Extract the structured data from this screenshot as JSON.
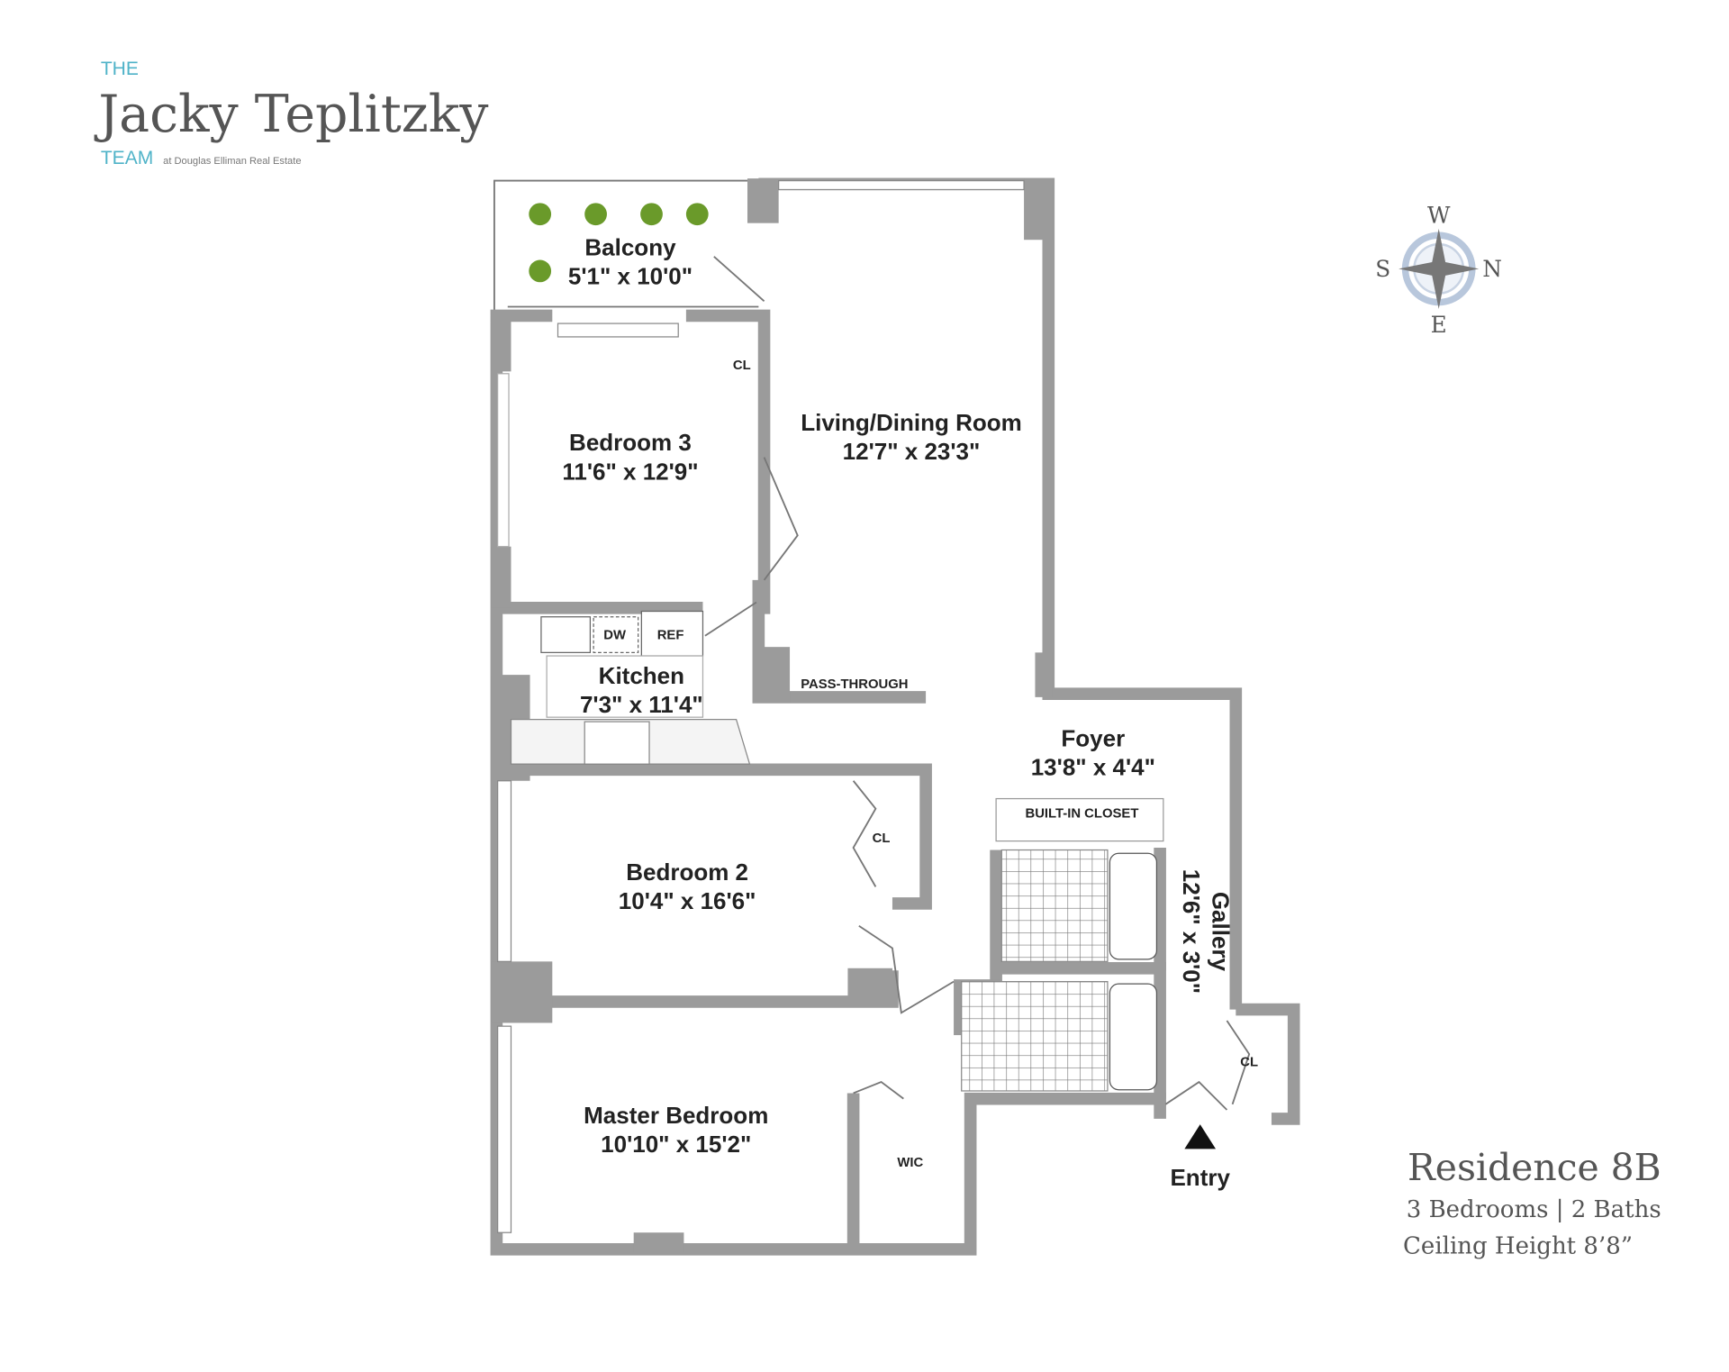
{
  "logo": {
    "the": "THE",
    "name": "Jacky Teplitzky",
    "team": "TEAM",
    "affiliation": "at Douglas Elliman Real Estate"
  },
  "compass": {
    "w": "W",
    "s": "S",
    "n": "N",
    "e": "E"
  },
  "rooms": {
    "balcony": {
      "name": "Balcony",
      "dims": "5'1\" x 10'0\""
    },
    "living": {
      "name": "Living/Dining Room",
      "dims": "12'7\" x 23'3\""
    },
    "bedroom3": {
      "name": "Bedroom 3",
      "dims": "11'6\" x 12'9\""
    },
    "kitchen": {
      "name": "Kitchen",
      "dims": "7'3\" x 11'4\""
    },
    "foyer": {
      "name": "Foyer",
      "dims": "13'8\" x 4'4\""
    },
    "bedroom2": {
      "name": "Bedroom 2",
      "dims": "10'4\" x 16'6\""
    },
    "master": {
      "name": "Master Bedroom",
      "dims": "10'10\" x 15'2\""
    },
    "gallery": {
      "name": "Gallery",
      "dims": "12'6\" x 3'0\""
    }
  },
  "labels": {
    "cl": "CL",
    "dw": "DW",
    "ref": "REF",
    "pass_through": "PASS-THROUGH",
    "built_in_closet": "BUILT-IN CLOSET",
    "wic": "WIC",
    "entry": "Entry"
  },
  "residence": {
    "title": "Residence 8B",
    "summary": "3 Bedrooms | 2 Baths",
    "ceiling": "Ceiling Height 8’8”"
  }
}
